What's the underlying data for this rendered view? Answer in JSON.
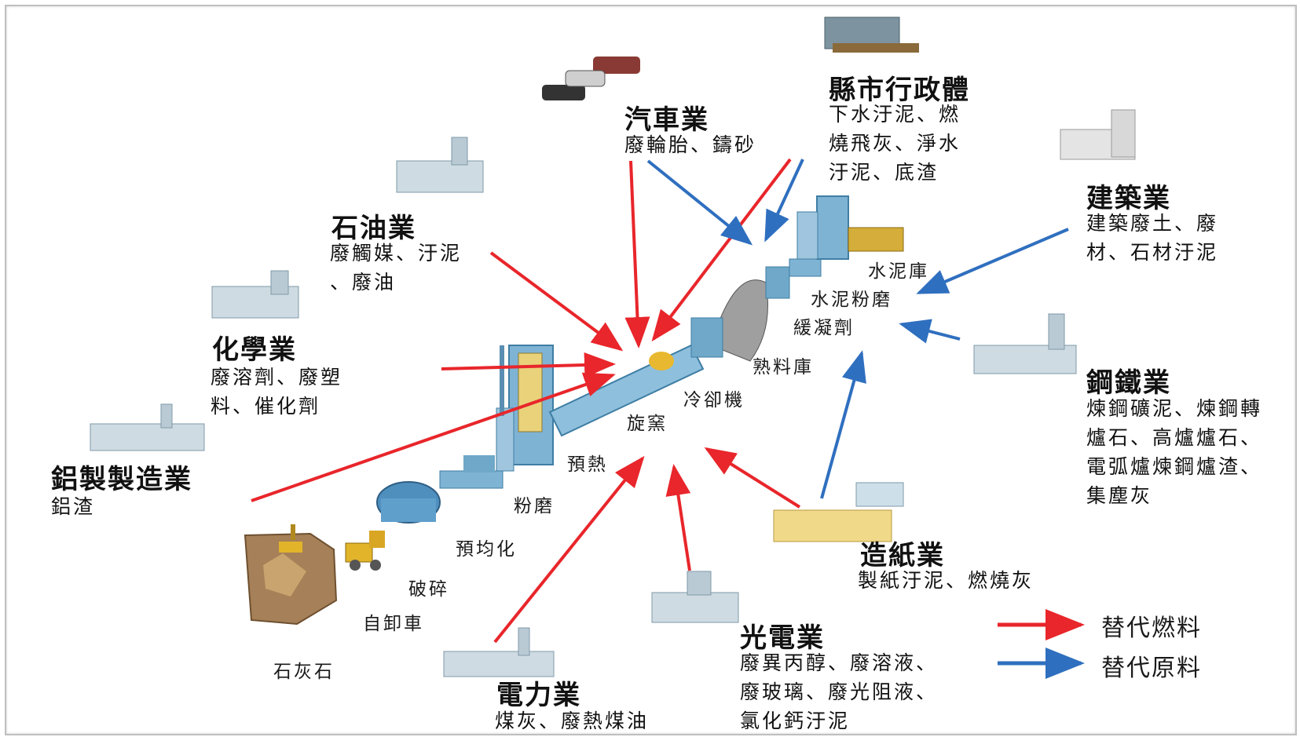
{
  "colors": {
    "fuel": "#e8262b",
    "material": "#2f6fbf",
    "plant": "#6fa8c8",
    "plant_dark": "#3f7ea4",
    "rock": "#a08058"
  },
  "legend": {
    "fuel": "替代燃料",
    "material": "替代原料"
  },
  "industries": {
    "automobile": {
      "title": "汽車業",
      "desc": [
        "廢輪胎、鑄砂"
      ]
    },
    "municipal": {
      "title": "縣市行政體",
      "desc": [
        "下水汙泥、燃",
        "燒飛灰、淨水",
        "汙泥、底渣"
      ]
    },
    "petroleum": {
      "title": "石油業",
      "desc": [
        "廢觸媒、汙泥",
        "、廢油"
      ]
    },
    "construction": {
      "title": "建築業",
      "desc": [
        "建築廢土、廢",
        "材、石材汙泥"
      ]
    },
    "chemical": {
      "title": "化學業",
      "desc": [
        "廢溶劑、廢塑",
        "料、催化劑"
      ]
    },
    "steel": {
      "title": "鋼鐵業",
      "desc": [
        "煉鋼礦泥、煉鋼轉",
        "爐石、高爐爐石、",
        "電弧爐煉鋼爐渣、",
        "集塵灰"
      ]
    },
    "aluminum": {
      "title": "鋁製製造業",
      "desc": [
        "鋁渣"
      ]
    },
    "paper": {
      "title": "造紙業",
      "desc": [
        "製紙汙泥、燃燒灰"
      ]
    },
    "optoelectronics": {
      "title": "光電業",
      "desc": [
        "廢異丙醇、廢溶液、",
        "廢玻璃、廢光阻液、",
        "氯化鈣汙泥"
      ]
    },
    "power": {
      "title": "電力業",
      "desc": [
        "煤灰、廢熱煤油"
      ]
    }
  },
  "process_stages": {
    "cement_silo": "水泥庫",
    "cement_grinding": "水泥粉磨",
    "retarder": "緩凝劑",
    "clinker_silo": "熟料庫",
    "cooler": "冷卻機",
    "rotary_kiln": "旋窯",
    "preheater": "預熱",
    "grinding": "粉磨",
    "prehomogenization": "預均化",
    "crushing": "破碎",
    "dump_truck": "自卸車",
    "limestone": "石灰石"
  }
}
